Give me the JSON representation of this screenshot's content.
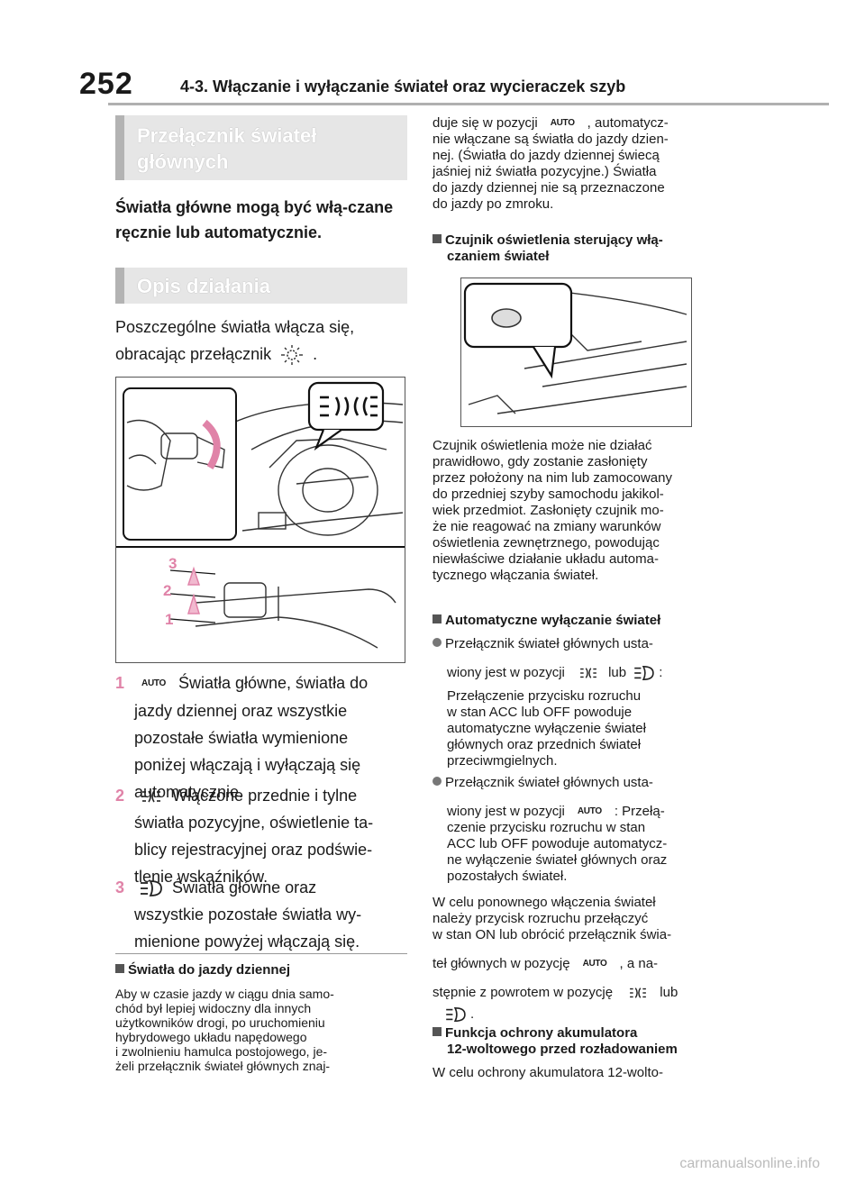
{
  "header": {
    "page_number": "252",
    "section_title": "4-3. Włączanie i wyłączanie świateł oraz wycieraczek szyb"
  },
  "left": {
    "heading1": "Przełącznik świateł głównych",
    "lead": "Światła główne mogą być włą-czane ręcznie lub automatycznie.",
    "heading2": "Opis działania",
    "intro1": "Poszczególne światła włącza się,",
    "intro2": "obracając przełącznik",
    "intro_end": ".",
    "figure_labels": [
      "3",
      "2",
      "1"
    ],
    "items": [
      {
        "num": "1",
        "icon": "AUTO",
        "lines": [
          "Światła główne, światła do",
          "jazdy dziennej oraz wszystkie",
          "pozostałe światła wymienione",
          "poniżej włączają i wyłączają się",
          "automatycznie."
        ]
      },
      {
        "num": "2",
        "icon": "parking-light-icon",
        "lines": [
          "Włączone przednie i tylne",
          "światła pozycyjne, oświetlenie ta-",
          "blicy rejestracyjnej oraz podświe-",
          "tlenie wskaźników."
        ]
      },
      {
        "num": "3",
        "icon": "headlight-icon",
        "lines": [
          "Światła główne oraz",
          "wszystkie pozostałe światła wy-",
          "mienione powyżej włączają się."
        ]
      }
    ],
    "drl_heading": "Światła do jazdy dziennej",
    "drl_lines": [
      "Aby w czasie jazdy w ciągu dnia samo-",
      "chód był lepiej widoczny dla innych",
      "użytkowników drogi, po uruchomieniu",
      "hybrydowego układu napędowego",
      "i zwolnieniu hamulca postojowego, je-",
      "żeli przełącznik świateł głównych znaj-"
    ]
  },
  "right": {
    "p1": [
      "duje się w pozycji",
      ", automatycz-",
      "nie włączane są światła do jazdy dzien-",
      "nej. (Światła do jazdy dziennej świecą",
      "jaśniej niż światła pozycyjne.) Światła",
      "do jazdy dziennej nie są przeznaczone",
      "do jazdy po zmroku."
    ],
    "sensor_heading": [
      "Czujnik oświetlenia sterujący włą-",
      "czaniem świateł"
    ],
    "p2": [
      "Czujnik oświetlenia może nie działać",
      "prawidłowo, gdy zostanie zasłonięty",
      "przez położony na nim lub zamocowany",
      "do przedniej szyby samochodu jakikol-",
      "wiek przedmiot. Zasłonięty czujnik mo-",
      "że nie reagować na zmiany warunków",
      "oświetlenia zewnętrznego, powodując",
      "niewłaściwe działanie układu automa-",
      "tycznego włączania świateł."
    ],
    "auto_off_heading": "Automatyczne wyłączanie świateł",
    "b1_a": "Przełącznik świateł głównych usta-",
    "b1_b": "wiony jest w pozycji",
    "b1_lub": "lub",
    "b1_colon": ":",
    "b1_rest": [
      "Przełączenie przycisku rozruchu",
      "w stan ACC lub OFF powoduje",
      "automatyczne wyłączenie świateł",
      "głównych oraz przednich świateł",
      "przeciwmgielnych."
    ],
    "b2_a": "Przełącznik świateł głównych usta-",
    "b2_b": "wiony jest w pozycji",
    "b2_c": ": Przełą-",
    "b2_rest": [
      "czenie przycisku rozruchu w stan",
      "ACC lub OFF powoduje automatycz-",
      "ne wyłączenie świateł głównych oraz",
      "pozostałych świateł."
    ],
    "p3": [
      "W celu ponownego włączenia świateł",
      "należy przycisk rozruchu przełączyć",
      "w stan ON lub obrócić przełącznik świa-"
    ],
    "p3_d": "teł głównych w pozycję",
    "p3_e": ", a na-",
    "p3_f": "stępnie z powrotem w pozycję",
    "p3_g": "lub",
    "p3_h": ".",
    "batt_heading": [
      "Funkcja ochrony akumulatora",
      "12-woltowego przed rozładowaniem"
    ],
    "p4": "W celu ochrony akumulatora 12-wolto-",
    "auto_icon": "AUTO"
  },
  "watermark": "carmanualsonline.info"
}
